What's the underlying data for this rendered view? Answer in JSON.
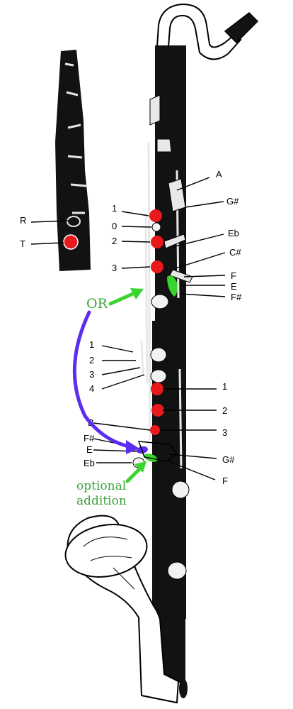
{
  "colors": {
    "body": "#121212",
    "metal": "#e8e8e8",
    "closed_hole": "#e8181b",
    "open_key": "#f2f2f2",
    "green_accent": "#3ad42e",
    "purple_arrow": "#5a2df0",
    "note_text": "#3aa43a"
  },
  "inset": {
    "labels": {
      "r": "R",
      "t": "T"
    }
  },
  "right_side_labels": {
    "a": "A",
    "g_sharp_top": "G#",
    "e_flat": "Eb",
    "c_sharp": "C#",
    "f_top": "F",
    "e_top": "E",
    "f_sharp_top": "F#",
    "rh1": "1",
    "rh2": "2",
    "rh3": "3",
    "g_sharp_bottom": "G#",
    "f_bottom": "F"
  },
  "left_side_labels": {
    "lh1": "1",
    "lh0": "0",
    "lh2": "2",
    "lh3": "3",
    "side1": "1",
    "side2": "2",
    "side3": "3",
    "side4": "4",
    "b": "B",
    "f_sharp_bottom": "F#",
    "e_bottom": "E",
    "e_flat_bottom": "Eb"
  },
  "notes": {
    "or": "OR",
    "optional_line1": "optional",
    "optional_line2": "addition"
  },
  "icons": {
    "green_arrow": "arrow-right-icon",
    "purple_arrow": "curved-arrow-icon",
    "bell": "bell-icon"
  }
}
